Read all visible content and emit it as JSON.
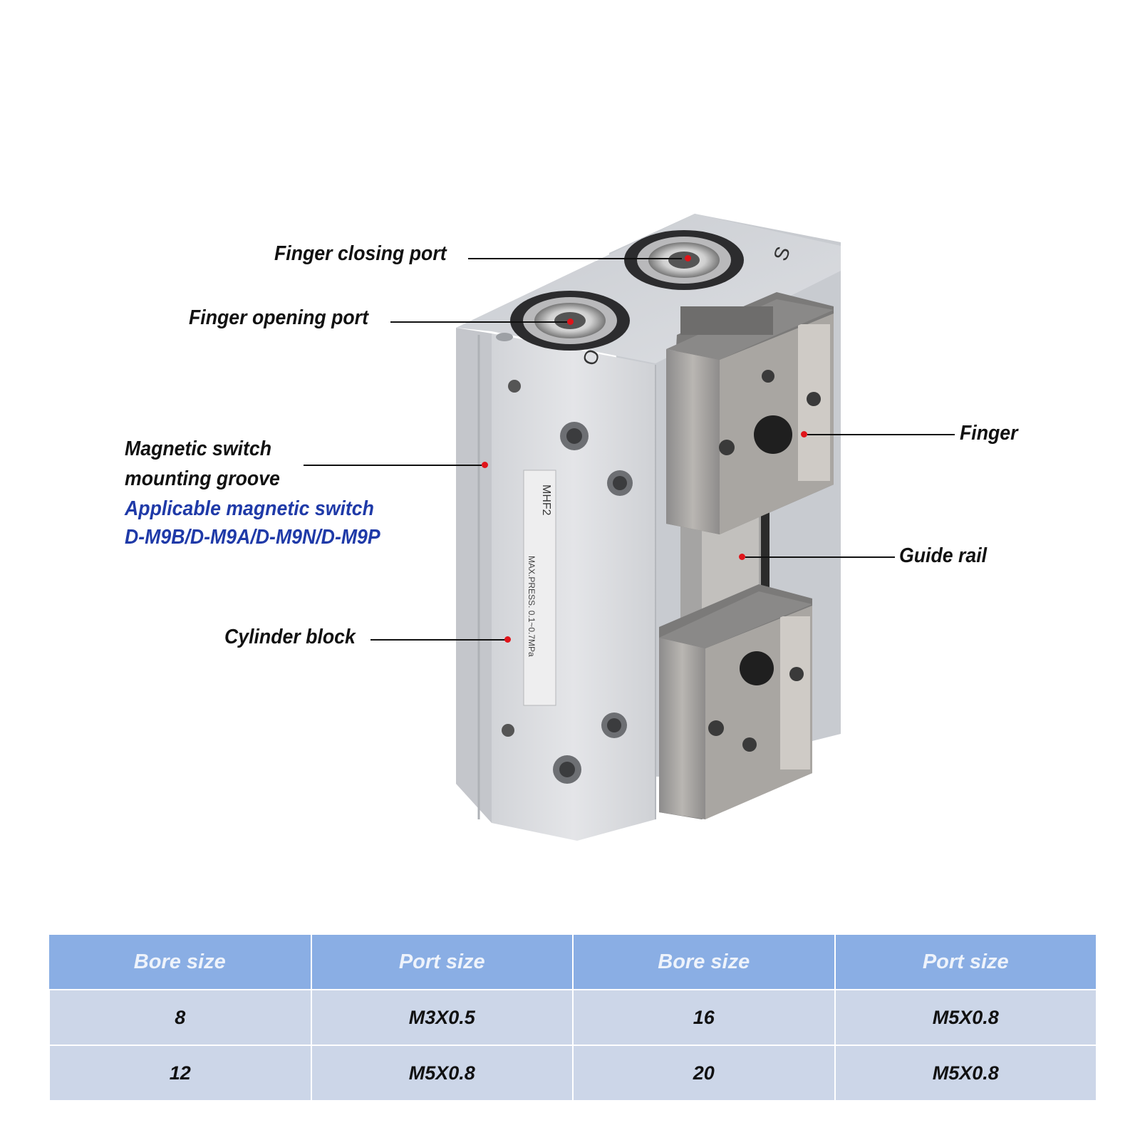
{
  "callouts": {
    "finger_closing_port": "Finger closing port",
    "finger_opening_port": "Finger opening port",
    "magnetic_switch_line1": "Magnetic switch",
    "magnetic_switch_line2": "mounting groove",
    "applicable_switch_line1": "Applicable magnetic switch",
    "applicable_switch_line2": "D-M9B/D-M9A/D-M9N/D-M9P",
    "finger": "Finger",
    "guide_rail": "Guide rail",
    "cylinder_block": "Cylinder block"
  },
  "product_marks": {
    "port_o": "O",
    "port_s": "S",
    "model": "MHF2",
    "max_press": "MAX.PRESS. 0.1~0.7MPa"
  },
  "table": {
    "headers": [
      "Bore size",
      "Port size",
      "Bore size",
      "Port size"
    ],
    "rows": [
      [
        "8",
        "M3X0.5",
        "16",
        "M5X0.8"
      ],
      [
        "12",
        "M5X0.8",
        "20",
        "M5X0.8"
      ]
    ]
  },
  "colors": {
    "header_bg": "#8aaee4",
    "row_bg": "#ccd6e8",
    "accent_blue": "#1f3aa8",
    "marker_red": "#e0141a"
  }
}
